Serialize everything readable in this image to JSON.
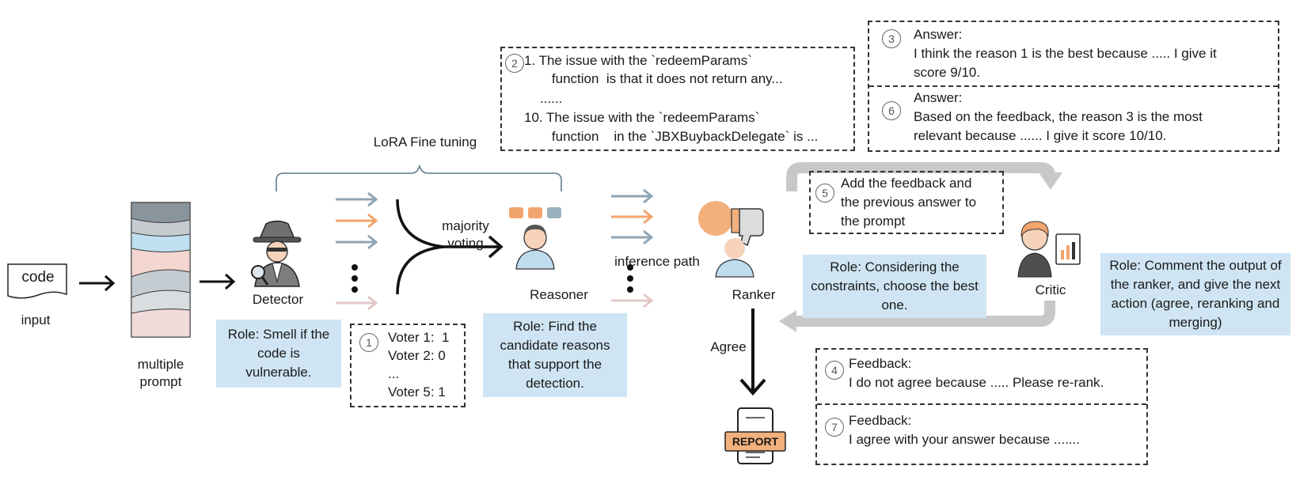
{
  "input": {
    "code_label": "code",
    "input_label": "input",
    "prompt_label": "multiple\nprompt"
  },
  "lora": {
    "label": "LoRA Fine tuning"
  },
  "detector": {
    "label": "Detector",
    "role": "Role:  Smell if the code is vulnerable."
  },
  "voting": {
    "label": "majority\nvoting",
    "num": "1",
    "lines": [
      "Voter 1:  1",
      "Voter 2: 0",
      "...",
      "Voter 5: 1"
    ]
  },
  "reasoner": {
    "label": "Reasoner",
    "role": "Role: Find the candidate reasons that support the detection."
  },
  "inference": {
    "label": "inference path"
  },
  "reasons_box": {
    "num": "2",
    "lines": [
      "1. The issue with the `redeemParams`",
      "    function  is that it does not return any...",
      "......",
      "10. The issue with the `redeemParams`",
      "    function    in the `JBXBuybackDelegate` is ..."
    ]
  },
  "ranker": {
    "label": "Ranker",
    "role": "Role: Considering the constraints, choose the best one."
  },
  "critic": {
    "label": "Critic",
    "role": "Role: Comment the output of the ranker, and give the next action (agree, reranking and merging)"
  },
  "agree": {
    "label": "Agree",
    "report": "REPORT"
  },
  "answer3": {
    "num": "3",
    "lines": [
      "Answer:",
      "I think the reason 1 is the best because ..... I give it",
      "score 9/10."
    ]
  },
  "answer6": {
    "num": "6",
    "lines": [
      "Answer:",
      "Based on the feedback, the reason 3 is the most",
      "relevant because ...... I give it score 10/10."
    ]
  },
  "feedback_prompt": {
    "num": "5",
    "lines": [
      "Add the feedback and",
      "the previous answer to",
      "the prompt"
    ]
  },
  "feedback4": {
    "num": "4",
    "lines": [
      "Feedback:",
      "I do not agree because ..... Please re-rank."
    ]
  },
  "feedback7": {
    "num": "7",
    "lines": [
      "Feedback:",
      "I agree with your answer because ......."
    ]
  },
  "colors": {
    "role_bg": "#cfe5f3",
    "arrow_blue": "#8fa5b5",
    "arrow_orange": "#f2a46d",
    "arrow_pink": "#e3c8c8",
    "loop_gray": "#c8c8c8"
  }
}
